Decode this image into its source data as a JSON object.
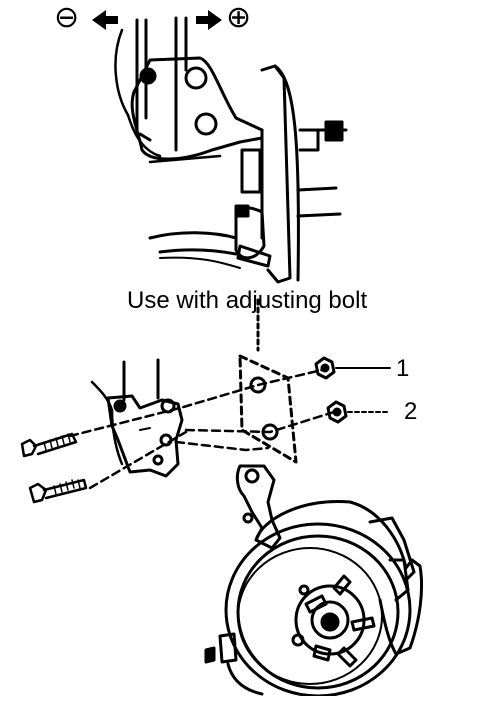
{
  "top_view": {
    "minus_symbol": "⊖",
    "plus_symbol": "⊕"
  },
  "caption": "Use with adjusting bolt",
  "callouts": [
    {
      "label": "1"
    },
    {
      "label": "2"
    }
  ]
}
